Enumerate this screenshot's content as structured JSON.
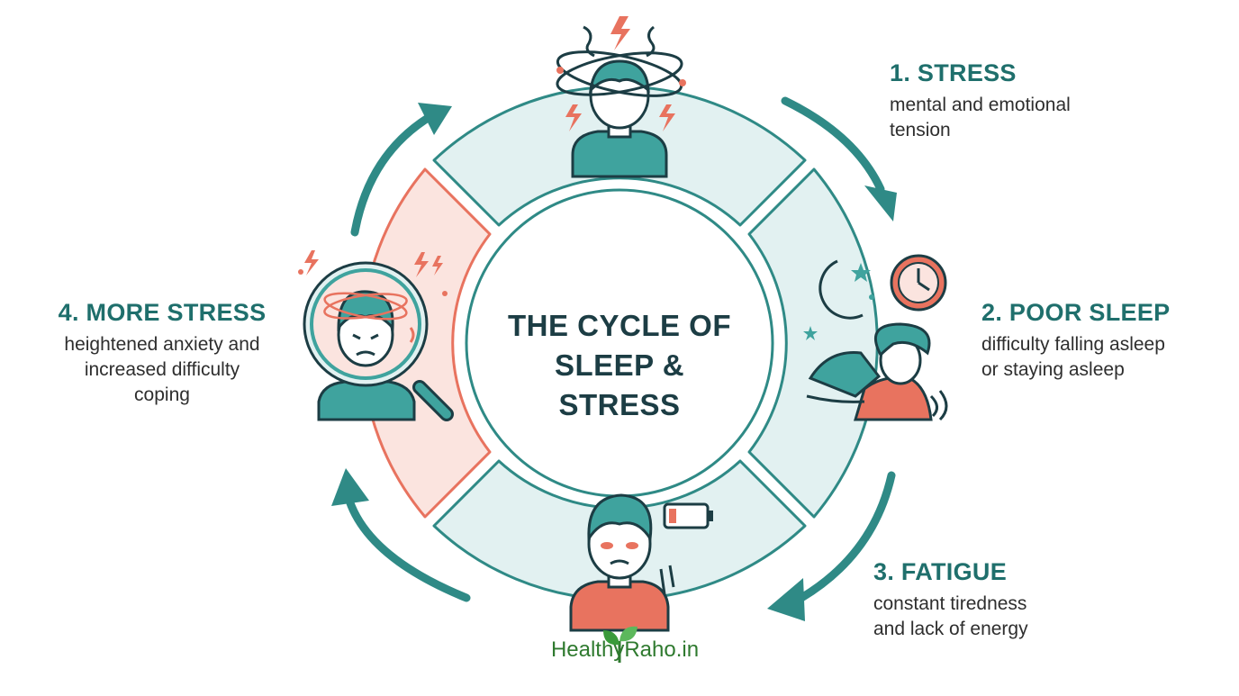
{
  "colors": {
    "teal": "#2f8a86",
    "teal_dark": "#1f6f6c",
    "teal_light": "#e2f1f1",
    "coral": "#e8735f",
    "coral_light": "#fbe4df",
    "ink": "#1c3d44",
    "brand_green": "#3a9a3a"
  },
  "center_title": "THE CYCLE OF\nSLEEP & STRESS",
  "steps": [
    {
      "title": "1. STRESS",
      "description": "mental and emotional\ntension",
      "icon": "stressed-person-icon"
    },
    {
      "title": "2. POOR SLEEP",
      "description": "difficulty falling asleep\nor staying asleep",
      "icon": "sleepless-person-icon"
    },
    {
      "title": "3. FATIGUE",
      "description": "constant tiredness\nand lack of energy",
      "icon": "tired-person-icon"
    },
    {
      "title": "4. MORE STRESS",
      "description": "heightened anxiety and\nincreased difficulty\ncoping",
      "icon": "magnified-anxious-person-icon"
    }
  ],
  "brand": {
    "name": "HealthyRaho.in",
    "icon": "sprout-icon"
  }
}
